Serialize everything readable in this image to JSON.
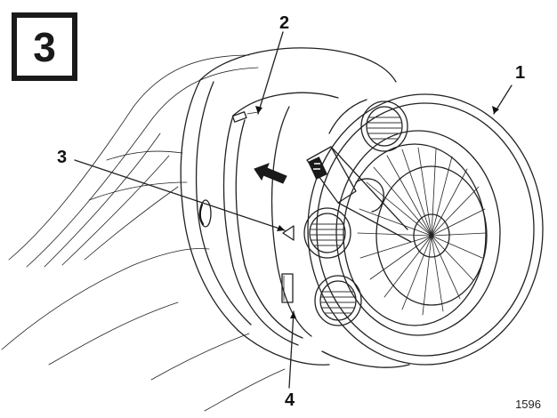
{
  "step_number": "3",
  "callouts": {
    "c1": "1",
    "c2": "2",
    "c3": "3",
    "c4": "4"
  },
  "figure_id": "1596",
  "icons": {
    "direction_arrow": "arrow-left-icon",
    "lock_marks": "lock-symbol-icon"
  },
  "colors": {
    "ink": "#222222",
    "background": "#ffffff"
  }
}
